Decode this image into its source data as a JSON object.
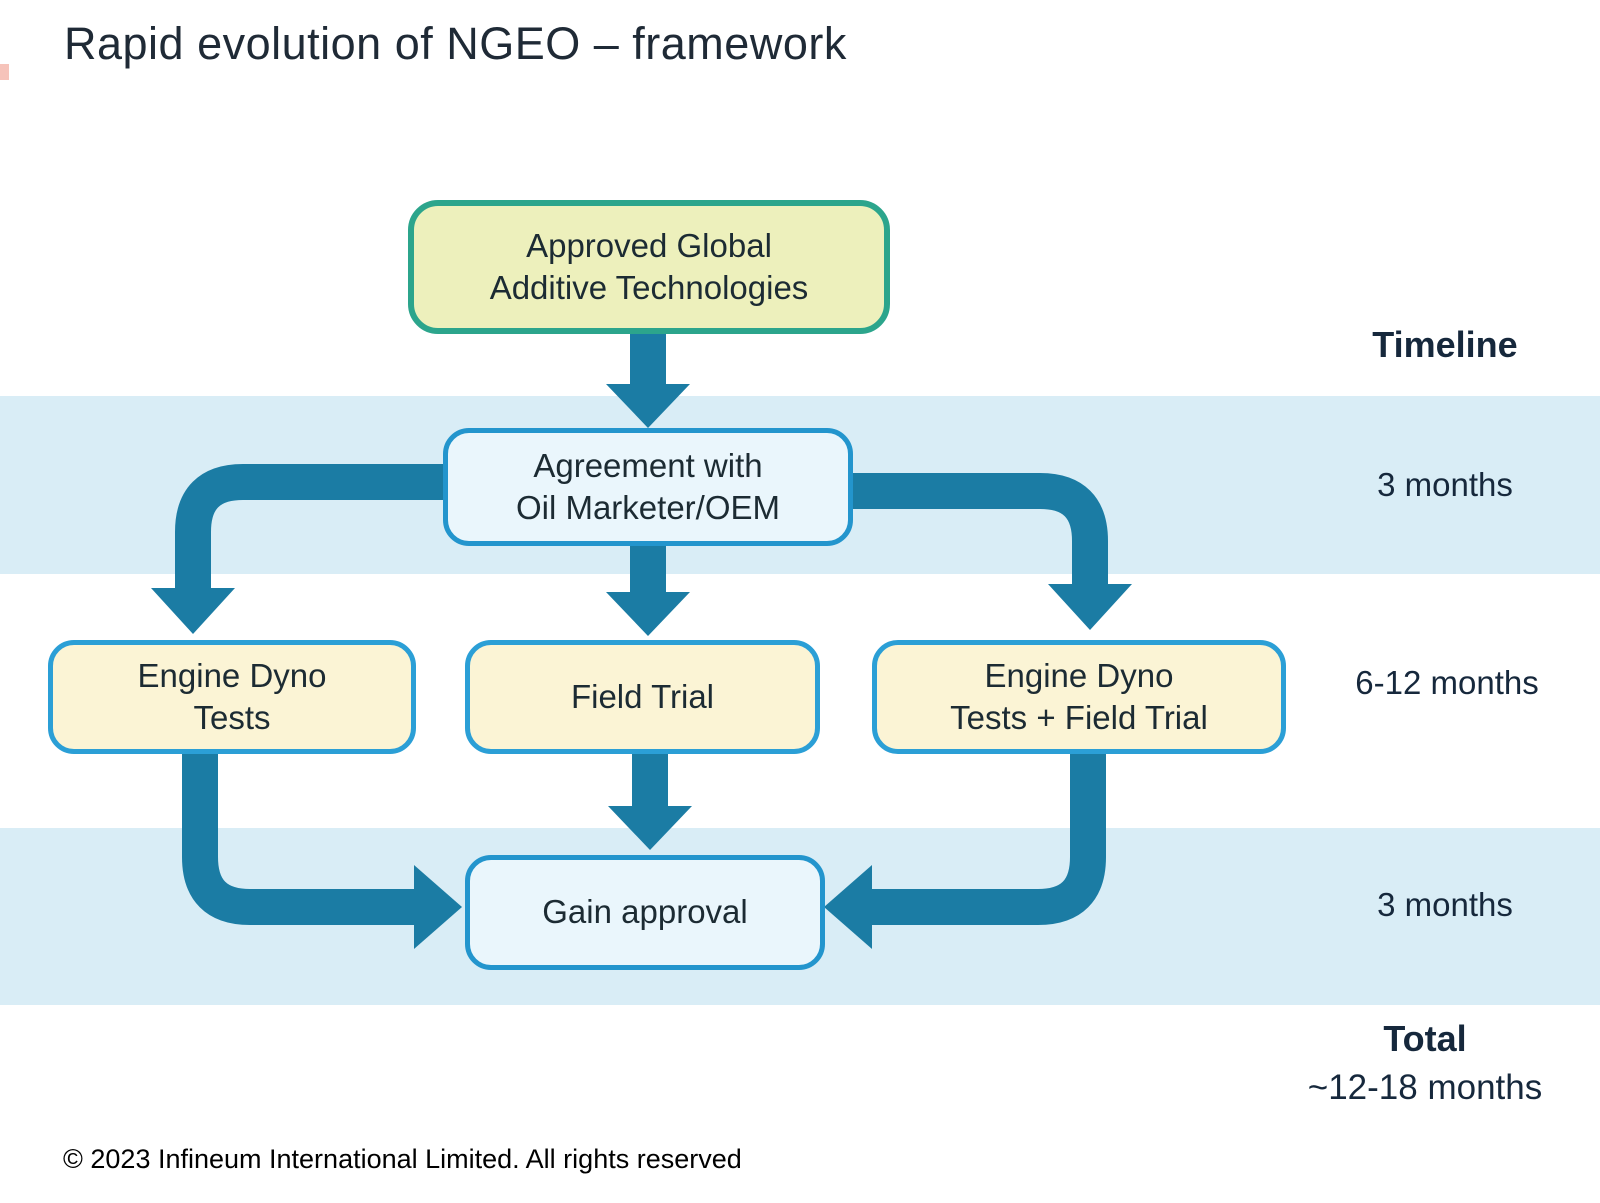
{
  "title": "Rapid evolution of NGEO – framework",
  "nodes": {
    "approved": "Approved Global\nAdditive Technologies",
    "agreement": "Agreement with\nOil Marketer/OEM",
    "engine_dyno": "Engine Dyno\nTests",
    "field_trial": "Field Trial",
    "engine_dyno_field": "Engine Dyno\nTests + Field Trial",
    "gain_approval": "Gain approval"
  },
  "timeline": {
    "header": "Timeline",
    "row1": "3 months",
    "row2": "6-12 months",
    "row3": "3 months",
    "total_label": "Total",
    "total_value": "~12-18 months"
  },
  "footer": "© 2023 Infineum International Limited. All rights reserved",
  "colors": {
    "band": "#d9edf6",
    "arrow": "#1b7ca4",
    "start_node_fill": "#edf0bc",
    "start_node_border": "#2ca58c",
    "test_node_fill": "#fbf4d5",
    "test_node_border": "#2b9fd6",
    "milestone_node_fill": "#eaf6fc",
    "milestone_node_border": "#2395cd",
    "text": "#1c2b38"
  }
}
